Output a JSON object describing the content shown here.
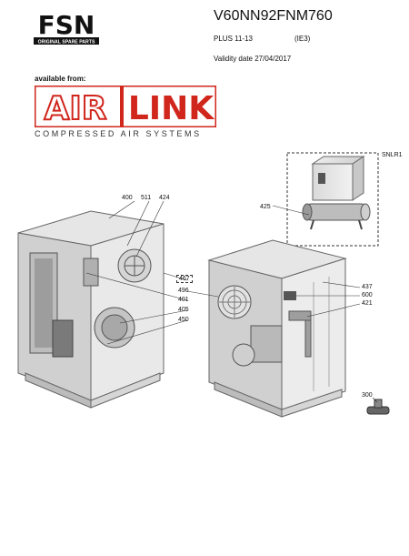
{
  "brand": {
    "logo_text": "FSN",
    "logo_tagline": "ORIGINAL SPARE PARTS"
  },
  "header": {
    "model_code": "V60NN92FNM760",
    "series": "PLUS 11-13",
    "efficiency": "(IE3)",
    "validity": "Validity date 27/04/2017"
  },
  "supplier": {
    "available_from": "available from:",
    "logo_word_left": "AIR",
    "logo_word_right": "LINK",
    "tagline": "COMPRESSED AIR SYSTEMS"
  },
  "diagram": {
    "inset_label": "SNLR1",
    "callouts": {
      "c400": "400",
      "c511": "511",
      "c424": "424",
      "c425": "425",
      "c467": "467",
      "c496": "496",
      "c401": "401",
      "c405": "405",
      "c450": "450",
      "c437": "437",
      "c600": "600",
      "c421": "421",
      "c300": "300"
    }
  },
  "colors": {
    "airlink_red": "#d0261c",
    "ink": "#111111"
  }
}
